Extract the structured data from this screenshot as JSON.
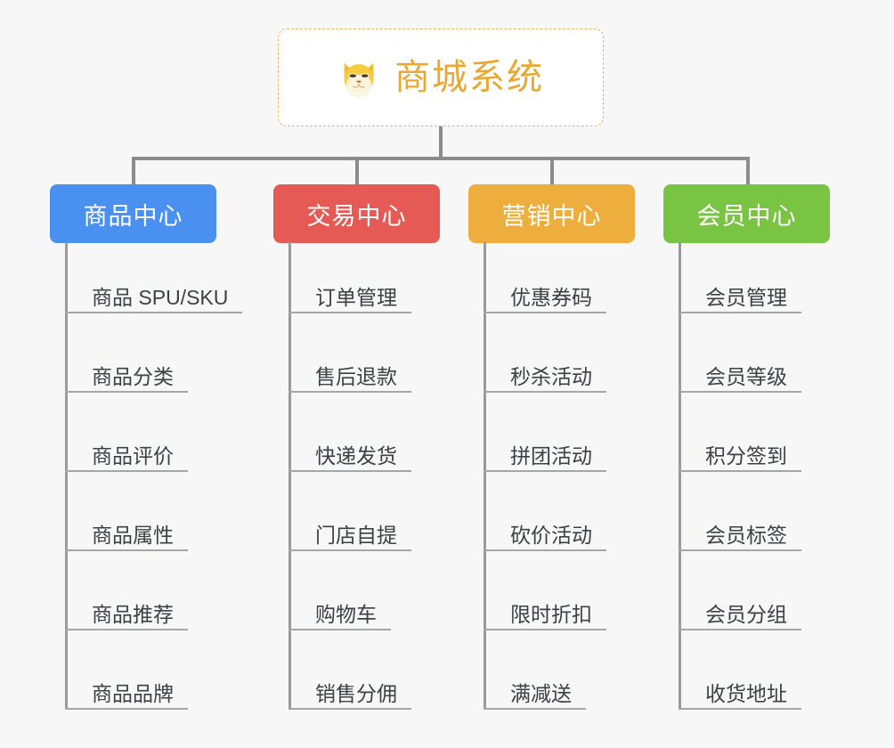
{
  "page": {
    "background_color": "#f7f7f7",
    "diagram_type": "org-chart-mindmap"
  },
  "root": {
    "title": "商城系统",
    "icon": "shiba-dog-face-icon",
    "text_color": "#e8a832",
    "border_color": "#e8b45c",
    "background_color": "#ffffff"
  },
  "branches": [
    {
      "label": "商品中心",
      "color": "#4a90f0",
      "items": [
        "商品 SPU/SKU",
        "商品分类",
        "商品评价",
        "商品属性",
        "商品推荐",
        "商品品牌"
      ]
    },
    {
      "label": "交易中心",
      "color": "#e55a55",
      "items": [
        "订单管理",
        "售后退款",
        "快递发货",
        "门店自提",
        "购物车",
        "销售分佣"
      ]
    },
    {
      "label": "营销中心",
      "color": "#eeae3e",
      "items": [
        "优惠券码",
        "秒杀活动",
        "拼团活动",
        "砍价活动",
        "限时折扣",
        "满减送"
      ]
    },
    {
      "label": "会员中心",
      "color": "#79c443",
      "items": [
        "会员管理",
        "会员等级",
        "积分签到",
        "会员标签",
        "会员分组",
        "收货地址"
      ]
    }
  ],
  "connector": {
    "color": "#8c8c8c",
    "leaf_spine_color": "#9a9a9a"
  }
}
